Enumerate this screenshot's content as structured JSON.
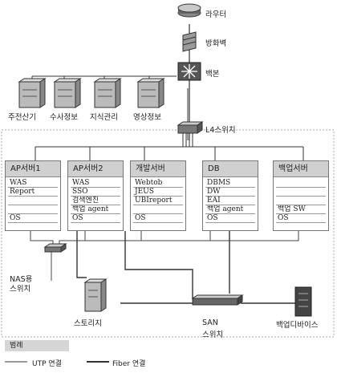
{
  "nodes": {
    "router": "라우터",
    "firewall": "방화벽",
    "backbone": "백본",
    "l4_switch": "L4스위치",
    "nas_switch": [
      "NAS용",
      "스위치"
    ],
    "storage": "스토리지",
    "san_switch": [
      "SAN",
      "스위치"
    ],
    "backup_device": "백업디바이스"
  },
  "top_servers": [
    "주전산기",
    "수사정보",
    "지식관리",
    "영상정보"
  ],
  "servers": [
    {
      "title": "AP서버1",
      "rows": [
        "WAS",
        "Report",
        "",
        "",
        "OS"
      ]
    },
    {
      "title": "AP서버2",
      "rows": [
        "WAS",
        "SSO",
        "검색엔진",
        "백업 agent",
        "OS"
      ]
    },
    {
      "title": "개발서버",
      "rows": [
        "Webtob",
        "JEUS",
        "UBIreport",
        "",
        "OS"
      ]
    },
    {
      "title": "DB",
      "rows": [
        "DBMS",
        "DW",
        "EAI",
        "백업 agent",
        "OS"
      ]
    },
    {
      "title": "백업서버",
      "rows": [
        "",
        "",
        "",
        "백업 SW",
        "OS"
      ]
    }
  ],
  "legend": {
    "title": "범례",
    "utp": "UTP 연결",
    "fiber": "Fiber 연결"
  }
}
